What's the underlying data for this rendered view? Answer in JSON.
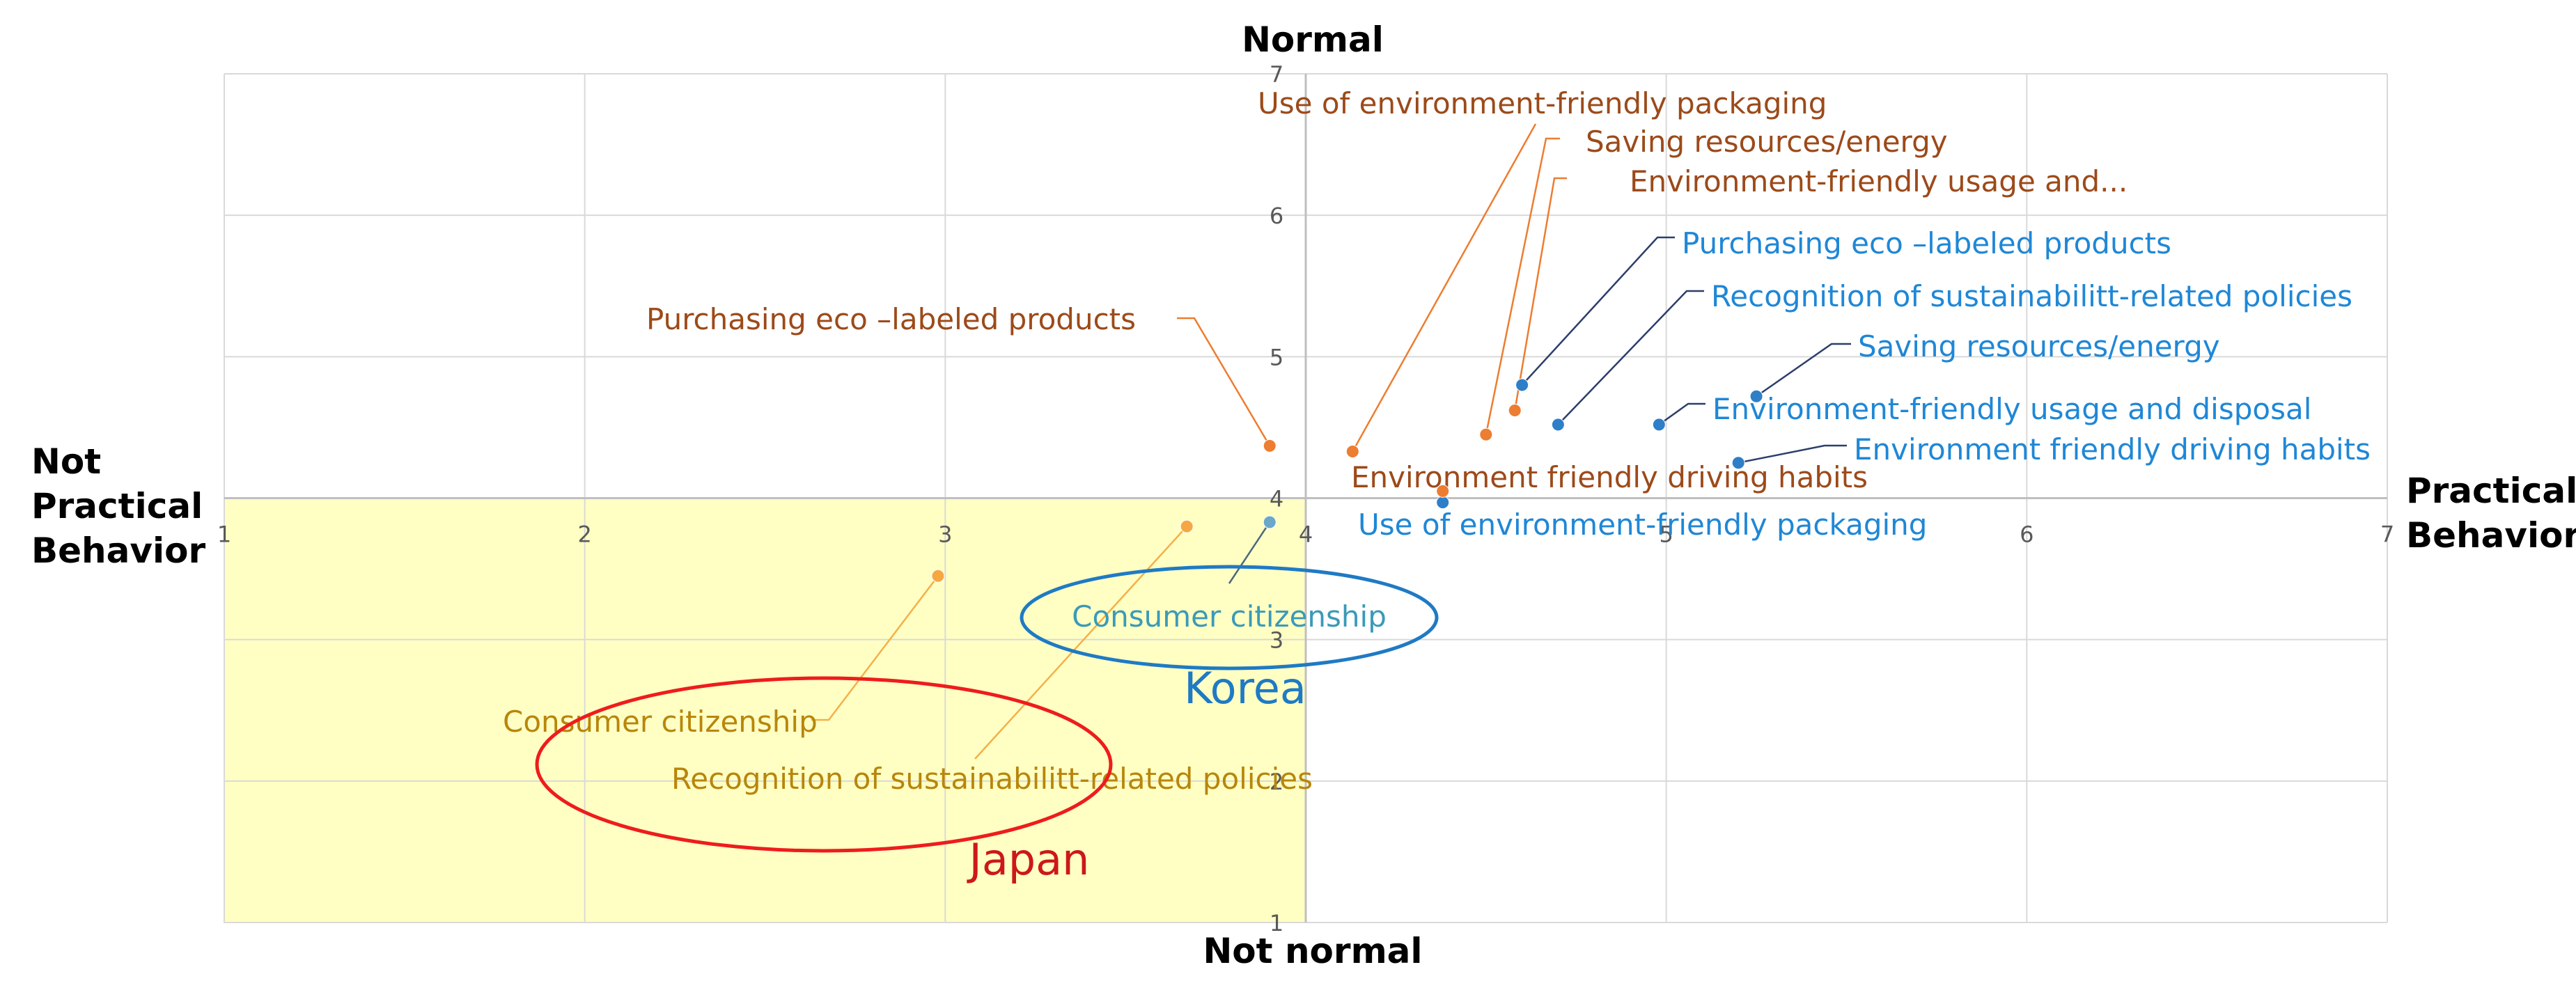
{
  "chart_data": {
    "type": "scatter",
    "title": "",
    "xlim": [
      1,
      7
    ],
    "ylim": [
      1,
      7
    ],
    "x_ticks": [
      "1",
      "2",
      "3",
      "4",
      "5",
      "6",
      "7"
    ],
    "y_ticks": [
      "1",
      "2",
      "3",
      "4",
      "5",
      "6",
      "7"
    ],
    "grid": true,
    "quadrant_labels": {
      "top": "Normal",
      "bottom": "Not normal",
      "left": "Not\nPractical\nBehavior",
      "right": "Practical\nBehavior"
    },
    "highlight_region": {
      "x": [
        1,
        4
      ],
      "y": [
        1,
        4
      ],
      "color": "#ffffc4"
    },
    "series": [
      {
        "name": "Korea",
        "color": "#2e7fc8",
        "points": [
          {
            "label": "Purchasing eco –labeled products",
            "x": 4.6,
            "y": 4.8
          },
          {
            "label": "Recognition of sustainabilitt-related policies",
            "x": 4.7,
            "y": 4.52
          },
          {
            "label": "Saving resources/energy",
            "x": 5.25,
            "y": 4.72
          },
          {
            "label": "Environment-friendly usage and disposal",
            "x": 4.98,
            "y": 4.52
          },
          {
            "label": "Environment friendly driving habits",
            "x": 5.2,
            "y": 4.25
          },
          {
            "label": "Use of environment-friendly packaging",
            "x": 4.38,
            "y": 3.97
          },
          {
            "label": "Consumer citizenship",
            "x": 3.9,
            "y": 3.83
          }
        ]
      },
      {
        "name": "Japan",
        "color": "#ed7d31",
        "points": [
          {
            "label": "Use of environment-friendly packaging",
            "x": 4.13,
            "y": 4.33
          },
          {
            "label": "Saving resources/energy",
            "x": 4.5,
            "y": 4.45
          },
          {
            "label": "Environment-friendly usage and...",
            "x": 4.58,
            "y": 4.62
          },
          {
            "label": "Purchasing eco –labeled products",
            "x": 3.9,
            "y": 4.37
          },
          {
            "label": "Environment friendly driving habits",
            "x": 4.38,
            "y": 4.05
          },
          {
            "label": "Recognition of sustainabilitt-related policies",
            "x": 3.67,
            "y": 3.8
          },
          {
            "label": "Consumer citizenship",
            "x": 2.98,
            "y": 3.45
          }
        ]
      }
    ],
    "group_annotations": [
      {
        "text": "Korea",
        "color": "#1f7ac4"
      },
      {
        "text": "Japan",
        "color": "#cc1818"
      }
    ]
  }
}
